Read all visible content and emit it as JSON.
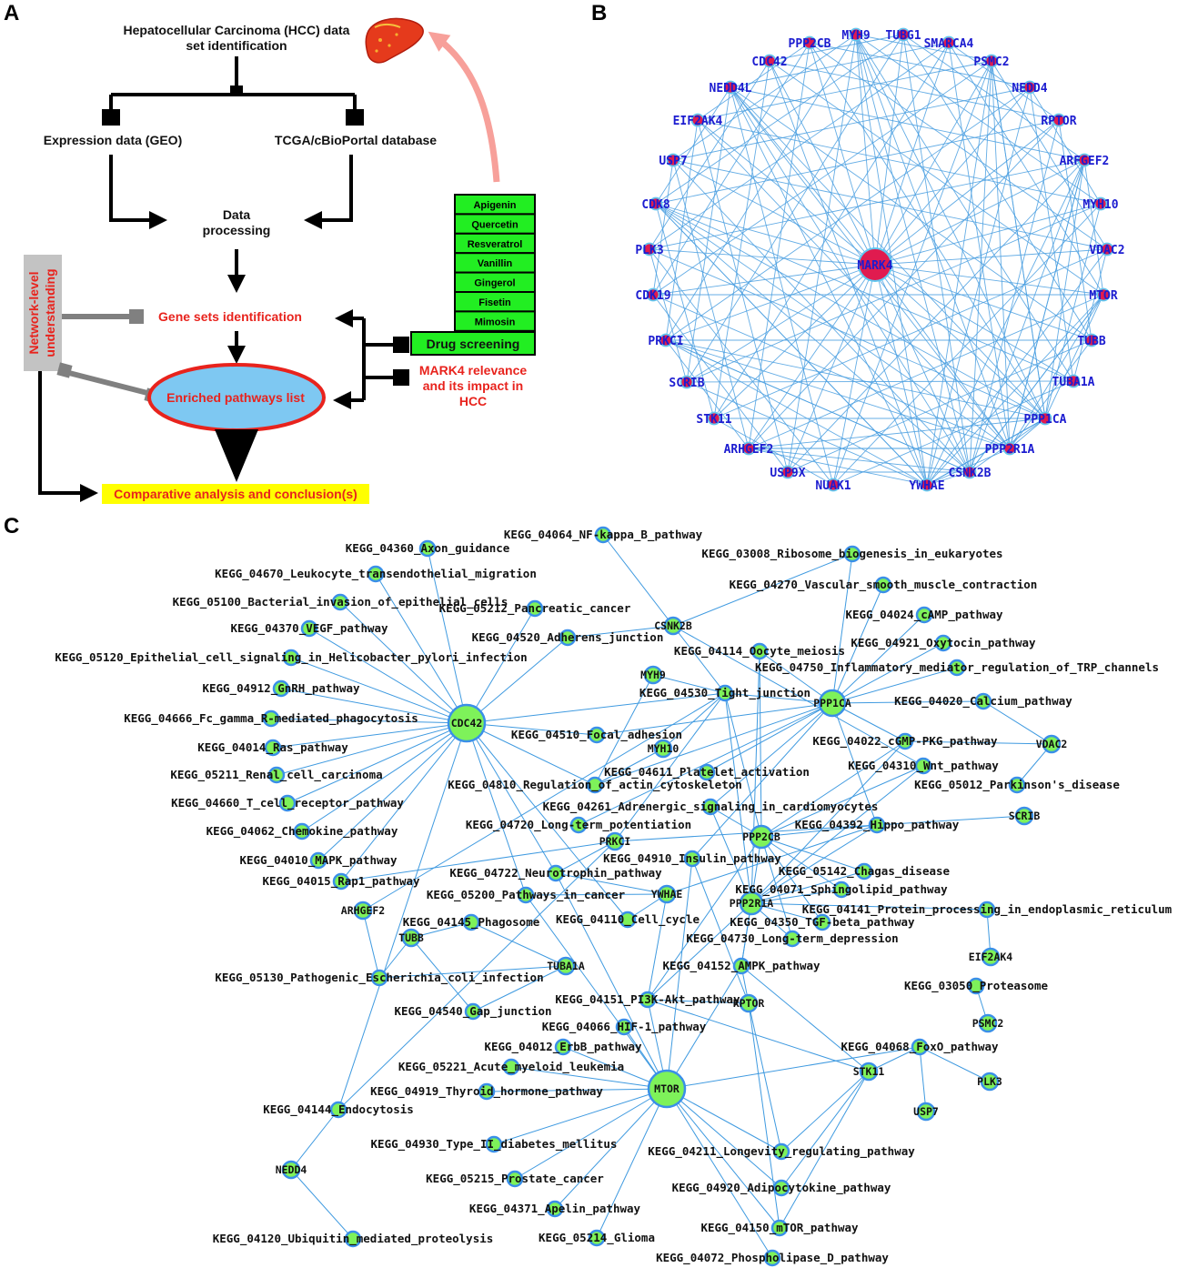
{
  "panels": {
    "a": "A",
    "b": "B",
    "c": "C"
  },
  "panelA": {
    "title_line1": "Hepatocellular Carcinoma (HCC) data",
    "title_line2": "set identification",
    "expression": "Expression data (GEO)",
    "tcga": "TCGA/cBioPortal database",
    "processing_line1": "Data",
    "processing_line2": "processing",
    "network_line1": "Network-level",
    "network_line2": "understanding",
    "gene_sets": "Gene sets identification",
    "enriched": "Enriched pathways list",
    "comparative": "Comparative analysis and conclusion(s)",
    "drugs": [
      "Apigenin",
      "Quercetin",
      "Resveratrol",
      "Vanillin",
      "Gingerol",
      "Fisetin",
      "Mimosin"
    ],
    "drug_screening": "Drug screening",
    "mark4_line1": "MARK4 relevance",
    "mark4_line2": "and its impact in",
    "mark4_line3": "HCC",
    "colors": {
      "red": "#e8231d",
      "green": "#22ee22",
      "ellipse": "#7ec8f2",
      "yellow": "#ffff00",
      "gray": "#808080",
      "arrow_pink": "#f7a09a"
    }
  },
  "panelB": {
    "center": "MARK4",
    "genes": [
      "MYH9",
      "TUBG1",
      "SMARCA4",
      "PSMC2",
      "NEDD4",
      "RPTOR",
      "ARFGEF2",
      "MYH10",
      "VDAC2",
      "MTOR",
      "TUBB",
      "TUBA1A",
      "PPP1CA",
      "PPP2R1A",
      "CSNK2B",
      "YWHAE",
      "NUAK1",
      "USP9X",
      "ARHGEF2",
      "STK11",
      "SCRIB",
      "PRKCI",
      "CDK19",
      "PLK3",
      "CDK8",
      "USP7",
      "EIF2AK4",
      "NEDD4L",
      "CDC42",
      "PPP2CB"
    ],
    "colors": {
      "edge": "#4a9fe0",
      "node": "#e01b4f",
      "ring": "#5fc7f0",
      "label": "#1c1cd0"
    }
  },
  "panelC": {
    "genes": [
      "CDC42",
      "MTOR",
      "PPP1CA",
      "PPP2CB",
      "PPP2R1A",
      "CSNK2B",
      "MYH9",
      "MYH10",
      "PRKCI",
      "YWHAE",
      "ARHGEF2",
      "TUBB",
      "TUBA1A",
      "RPTOR",
      "STK11",
      "NEDD4",
      "VDAC2",
      "SCRIB",
      "EIF2AK4",
      "PSMC2",
      "PLK3",
      "USP7"
    ],
    "pathways": [
      "KEGG_04064_NF-kappa_B_pathway",
      "KEGG_04360_Axon_guidance",
      "KEGG_03008_Ribosome_biogenesis_in_eukaryotes",
      "KEGG_04670_Leukocyte_transendothelial_migration",
      "KEGG_04270_Vascular_smooth_muscle_contraction",
      "KEGG_05100_Bacterial_invasion_of_epithelial_cells",
      "KEGG_05212_Pancreatic_cancer",
      "KEGG_04024_cAMP_pathway",
      "KEGG_04370_VEGF_pathway",
      "KEGG_04520_Adherens_junction",
      "KEGG_04921_Oxytocin_pathway",
      "KEGG_05120_Epithelial_cell_signaling_in_Helicobacter_pylori_infection",
      "KEGG_04114_Oocyte_meiosis",
      "KEGG_04750_Inflammatory_mediator_regulation_of_TRP_channels",
      "KEGG_04912_GnRH_pathway",
      "KEGG_04530_Tight_junction",
      "KEGG_04020_Calcium_pathway",
      "KEGG_04666_Fc_gamma_R-mediated_phagocytosis",
      "KEGG_04510_Focal_adhesion",
      "KEGG_04022_cGMP-PKG_pathway",
      "KEGG_04014_Ras_pathway",
      "KEGG_04310_Wnt_pathway",
      "KEGG_04611_Platelet_activation",
      "KEGG_05211_Renal_cell_carcinoma",
      "KEGG_04810_Regulation_of_actin_cytoskeleton",
      "KEGG_05012_Parkinson's_disease",
      "KEGG_04660_T_cell_receptor_pathway",
      "KEGG_04261_Adrenergic_signaling_in_cardiomyocytes",
      "KEGG_04062_Chemokine_pathway",
      "KEGG_04720_Long-term_potentiation",
      "KEGG_04392_Hippo_pathway",
      "KEGG_04010_MAPK_pathway",
      "KEGG_04910_Insulin_pathway",
      "KEGG_04015_Rap1_pathway",
      "KEGG_04722_Neurotrophin_pathway",
      "KEGG_05142_Chagas_disease",
      "KEGG_05200_Pathways_in_cancer",
      "KEGG_04071_Sphingolipid_pathway",
      "KEGG_04141_Protein_processing_in_endoplasmic_reticulum",
      "KEGG_04145_Phagosome",
      "KEGG_04110_Cell_cycle",
      "KEGG_04350_TGF-beta_pathway",
      "KEGG_04730_Long-term_depression",
      "KEGG_05130_Pathogenic_Escherichia_coli_infection",
      "KEGG_04152_AMPK_pathway",
      "KEGG_03050_Proteasome",
      "KEGG_04540_Gap_junction",
      "KEGG_04151_PI3K-Akt_pathway",
      "KEGG_04066_HIF-1_pathway",
      "KEGG_04012_ErbB_pathway",
      "KEGG_04068_FoxO_pathway",
      "KEGG_05221_Acute_myeloid_leukemia",
      "KEGG_04919_Thyroid_hormone_pathway",
      "KEGG_04144_Endocytosis",
      "KEGG_04930_Type_II_diabetes_mellitus",
      "KEGG_04211_Longevity_regulating_pathway",
      "KEGG_05215_Prostate_cancer",
      "KEGG_04920_Adipocytokine_pathway",
      "KEGG_04371_Apelin_pathway",
      "KEGG_04150_mTOR_pathway",
      "KEGG_04120_Ubiquitin_mediated_proteolysis",
      "KEGG_05214_Glioma",
      "KEGG_04072_Phospholipase_D_pathway"
    ],
    "colors": {
      "edge": "#3f9ae0",
      "node_fill": "#7ef25a",
      "node_ring": "#3a8fe8"
    }
  }
}
